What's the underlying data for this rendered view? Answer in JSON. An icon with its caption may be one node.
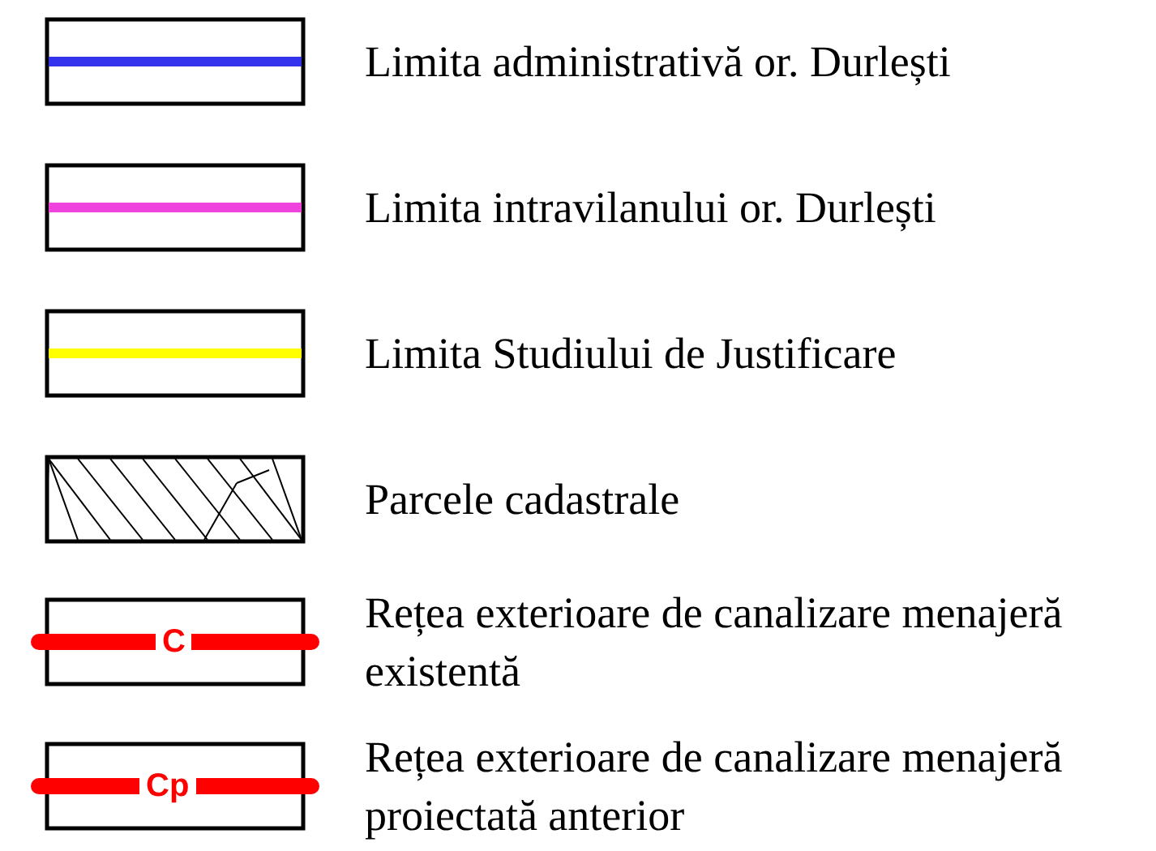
{
  "diagram": {
    "legend": [
      {
        "text": "Limita administrativă or. Durlești"
      },
      {
        "text": "Limita intravilanului or. Durlești"
      },
      {
        "text": "Limita Studiului de Justificare"
      },
      {
        "text": "Parcele cadastrale"
      },
      {
        "text": "Rețea exterioare de canalizare menajeră existentă"
      },
      {
        "text": "Rețea exterioare de canalizare menajeră proiectată anterior"
      }
    ],
    "labels": [
      "C",
      "Cp"
    ]
  }
}
